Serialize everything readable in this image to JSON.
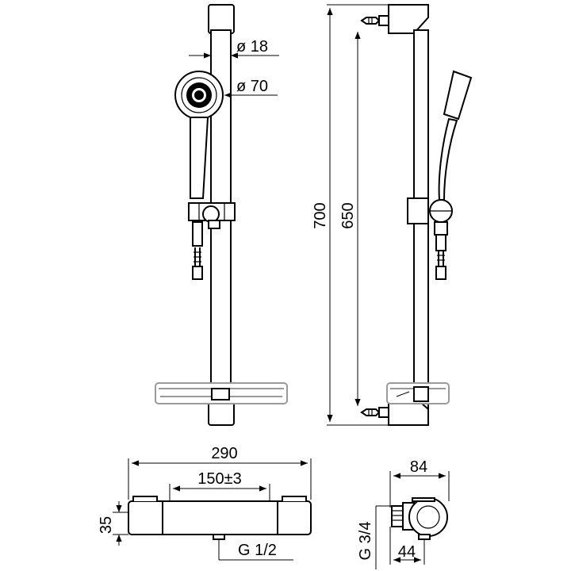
{
  "dimensions": {
    "rail_diameter": "ø 18",
    "handshower_diameter": "ø 70",
    "total_height": "700",
    "fixing_distance": "650",
    "mixer_width": "290",
    "inlet_centres": "150±3",
    "mixer_height": "35",
    "outlet_thread": "G 1/2",
    "mixer_depth": "84",
    "wall_offset": "44",
    "inlet_thread": "G 3/4"
  }
}
